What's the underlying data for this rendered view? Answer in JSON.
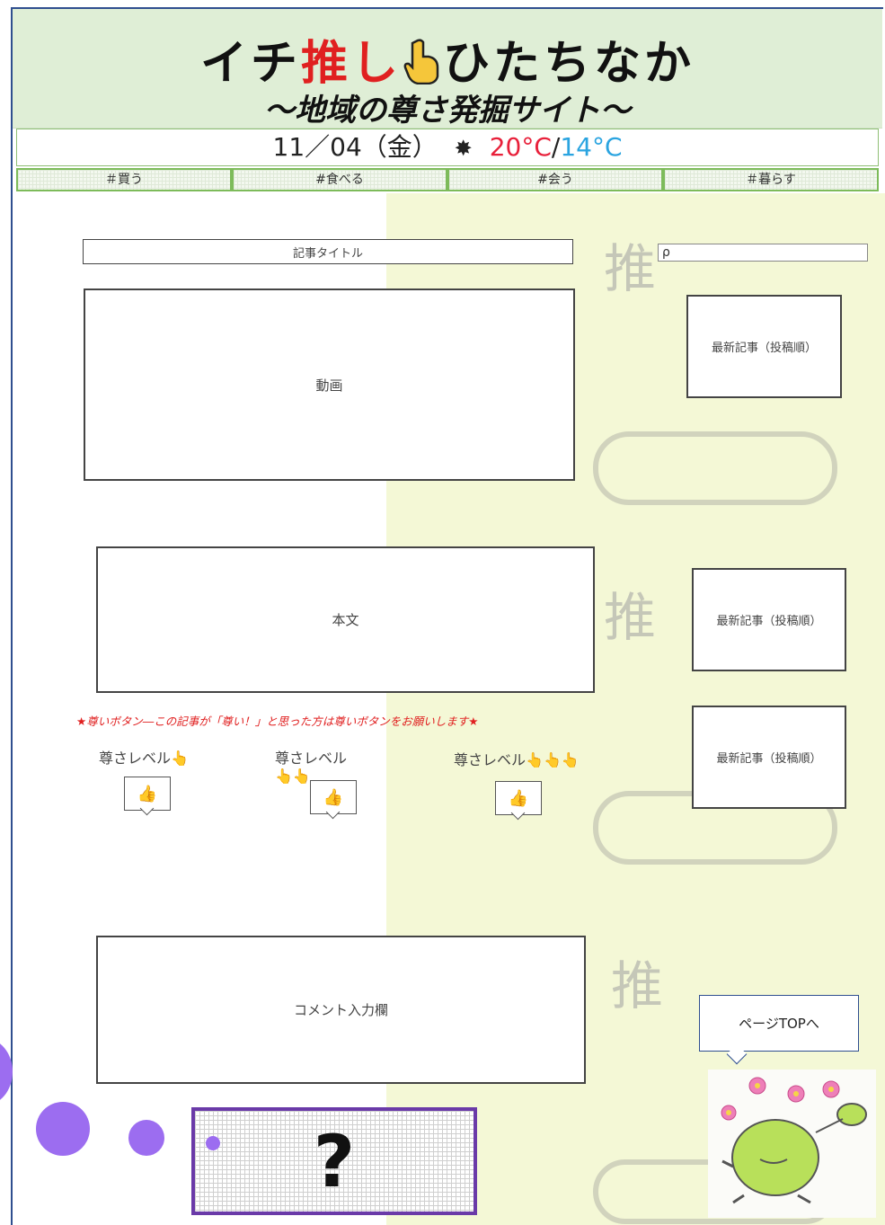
{
  "header": {
    "title_part1": "イチ",
    "title_highlight": "推し",
    "title_icon": "pointing-hand-icon",
    "title_part2": "ひたちなか",
    "subtitle": "～地域の尊さ発掘サイト～"
  },
  "weather": {
    "date": "11／04（金）",
    "icon": "sun-icon",
    "high": "20°C",
    "separator": "/",
    "low": "14°C",
    "colors": {
      "high": "#e8203a",
      "low": "#2aa4e0"
    }
  },
  "nav": [
    {
      "label": "＃買う"
    },
    {
      "label": "#食べる"
    },
    {
      "label": "#会う"
    },
    {
      "label": "＃暮らす"
    }
  ],
  "article": {
    "title_box": "記事タイトル",
    "video_box": "動画",
    "body_box": "本文",
    "comment_box": "コメント入力欄"
  },
  "search": {
    "icon": "search-icon",
    "glyph": "ρ"
  },
  "sidebar": {
    "latest": [
      {
        "label": "最新記事（投稿順）"
      },
      {
        "label": "最新記事（投稿順）"
      },
      {
        "label": "最新記事（投稿順）"
      }
    ]
  },
  "notice": "★尊いボタン―この記事が「尊い！」と思った方は尊いボタンをお願いします★",
  "levels": [
    {
      "label": "尊さレベル",
      "hands": "👆"
    },
    {
      "label": "尊さレベル",
      "hands": "👆👆"
    },
    {
      "label": "尊さレベル",
      "hands": "👆👆👆"
    }
  ],
  "like_icon": "thumbs-up-icon",
  "page_top": "ページTOPへ",
  "mystery": "?",
  "watermark_glyph": "推",
  "colors": {
    "accent_green": "#7dbb5a",
    "header_bg": "#dfeed6",
    "notice_red": "#e02020",
    "purple": "#9c6df0"
  }
}
